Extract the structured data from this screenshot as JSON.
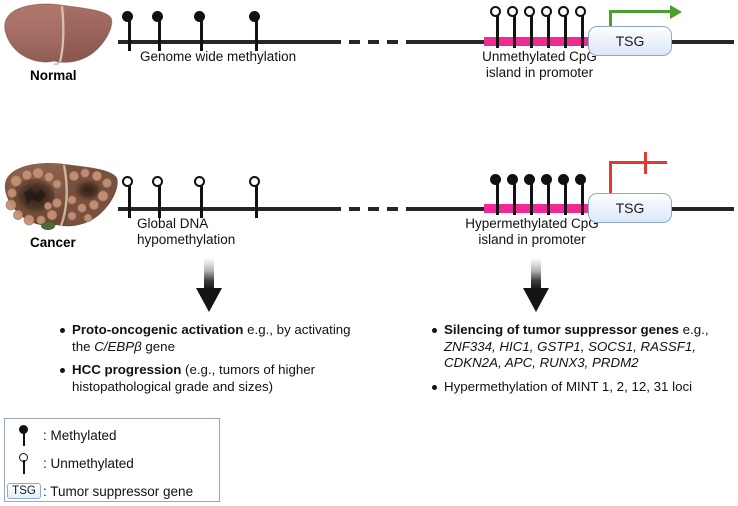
{
  "figure": {
    "type": "biological-schematic",
    "title": "DNA methylation changes in normal versus cancerous liver"
  },
  "rows": [
    {
      "id": "normal",
      "organ_label": "Normal",
      "organ_icon": "liver-normal-icon",
      "left_track_label": "Genome wide methylation",
      "left_lollipops": {
        "count": 4,
        "state": "methylated"
      },
      "cpg_label_line1": "Unmethylated CpG",
      "cpg_label_line2": "island in promoter",
      "cpg_lollipops": {
        "count": 6,
        "state": "unmethylated"
      },
      "gene_box_label": "TSG",
      "regulation": "activated",
      "regulation_color": "#4aa02c"
    },
    {
      "id": "cancer",
      "organ_label": "Cancer",
      "organ_icon": "liver-cancer-icon",
      "left_track_label_line1": "Global DNA",
      "left_track_label_line2": "hypomethylation",
      "left_lollipops": {
        "count": 4,
        "state": "unmethylated"
      },
      "cpg_label_line1": "Hypermethylated CpG",
      "cpg_label_line2": "island in promoter",
      "cpg_lollipops": {
        "count": 6,
        "state": "methylated"
      },
      "gene_box_label": "TSG",
      "regulation": "repressed",
      "regulation_color": "#e03a32"
    }
  ],
  "outcomes": {
    "left": [
      {
        "bold": "Proto-oncogenic activation",
        "rest_a": " e.g., by activating the ",
        "italic": "C/EBPβ",
        "rest_b": " gene"
      },
      {
        "bold": "HCC progression",
        "rest_a": " (e.g., tumors of higher histopathological grade and sizes)",
        "italic": "",
        "rest_b": ""
      }
    ],
    "right": [
      {
        "bold": "Silencing of tumor suppressor genes",
        "rest_a": " e.g.,",
        "italic": "ZNF334, HIC1, GSTP1, SOCS1, RASSF1, CDKN2A, APC, RUNX3, PRDM2",
        "rest_b": ""
      },
      {
        "bold": "",
        "rest_a": "Hypermethylation of MINT 1, 2, 12, 31 loci",
        "italic": "",
        "rest_b": ""
      }
    ]
  },
  "legend": {
    "items": [
      {
        "icon": "lollipop-filled-icon",
        "label": ": Methylated"
      },
      {
        "icon": "lollipop-open-icon",
        "label": ": Unmethylated"
      },
      {
        "icon": "tsg-box-icon",
        "icon_text": "TSG",
        "label": ": Tumor suppressor gene"
      }
    ]
  },
  "colors": {
    "cpg_island": "#ef2a95",
    "activation_arrow": "#4aa02c",
    "repression_arrow": "#e03a32",
    "gene_box_border": "#8ea9d0",
    "dna_strand": "#262626"
  }
}
